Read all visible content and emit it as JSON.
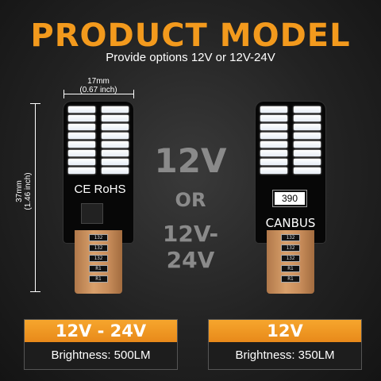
{
  "title": "PRODUCT MODEL",
  "subtitle": "Provide options 12V or 12V-24V",
  "dimensions": {
    "width_mm": "17mm",
    "width_inch": "(0.67 inch)",
    "height_mm": "37mm",
    "height_inch": "(1.46 inch)"
  },
  "center": {
    "option_a": "12V",
    "or": "OR",
    "option_b": "12V-24V"
  },
  "left_bulb": {
    "marks": "CE RoHS",
    "resistors": [
      "132",
      "132",
      "132",
      "R1",
      "R1"
    ]
  },
  "right_bulb": {
    "resistor_label": "390",
    "label": "CANBUS",
    "resistors": [
      "132",
      "132",
      "132",
      "R1",
      "R1"
    ]
  },
  "panels": [
    {
      "voltage": "12V - 24V",
      "brightness": "Brightness: 500LM"
    },
    {
      "voltage": "12V",
      "brightness": "Brightness: 350LM"
    }
  ],
  "colors": {
    "accent": "#f39a1d",
    "panel_top": "#ee911f"
  }
}
